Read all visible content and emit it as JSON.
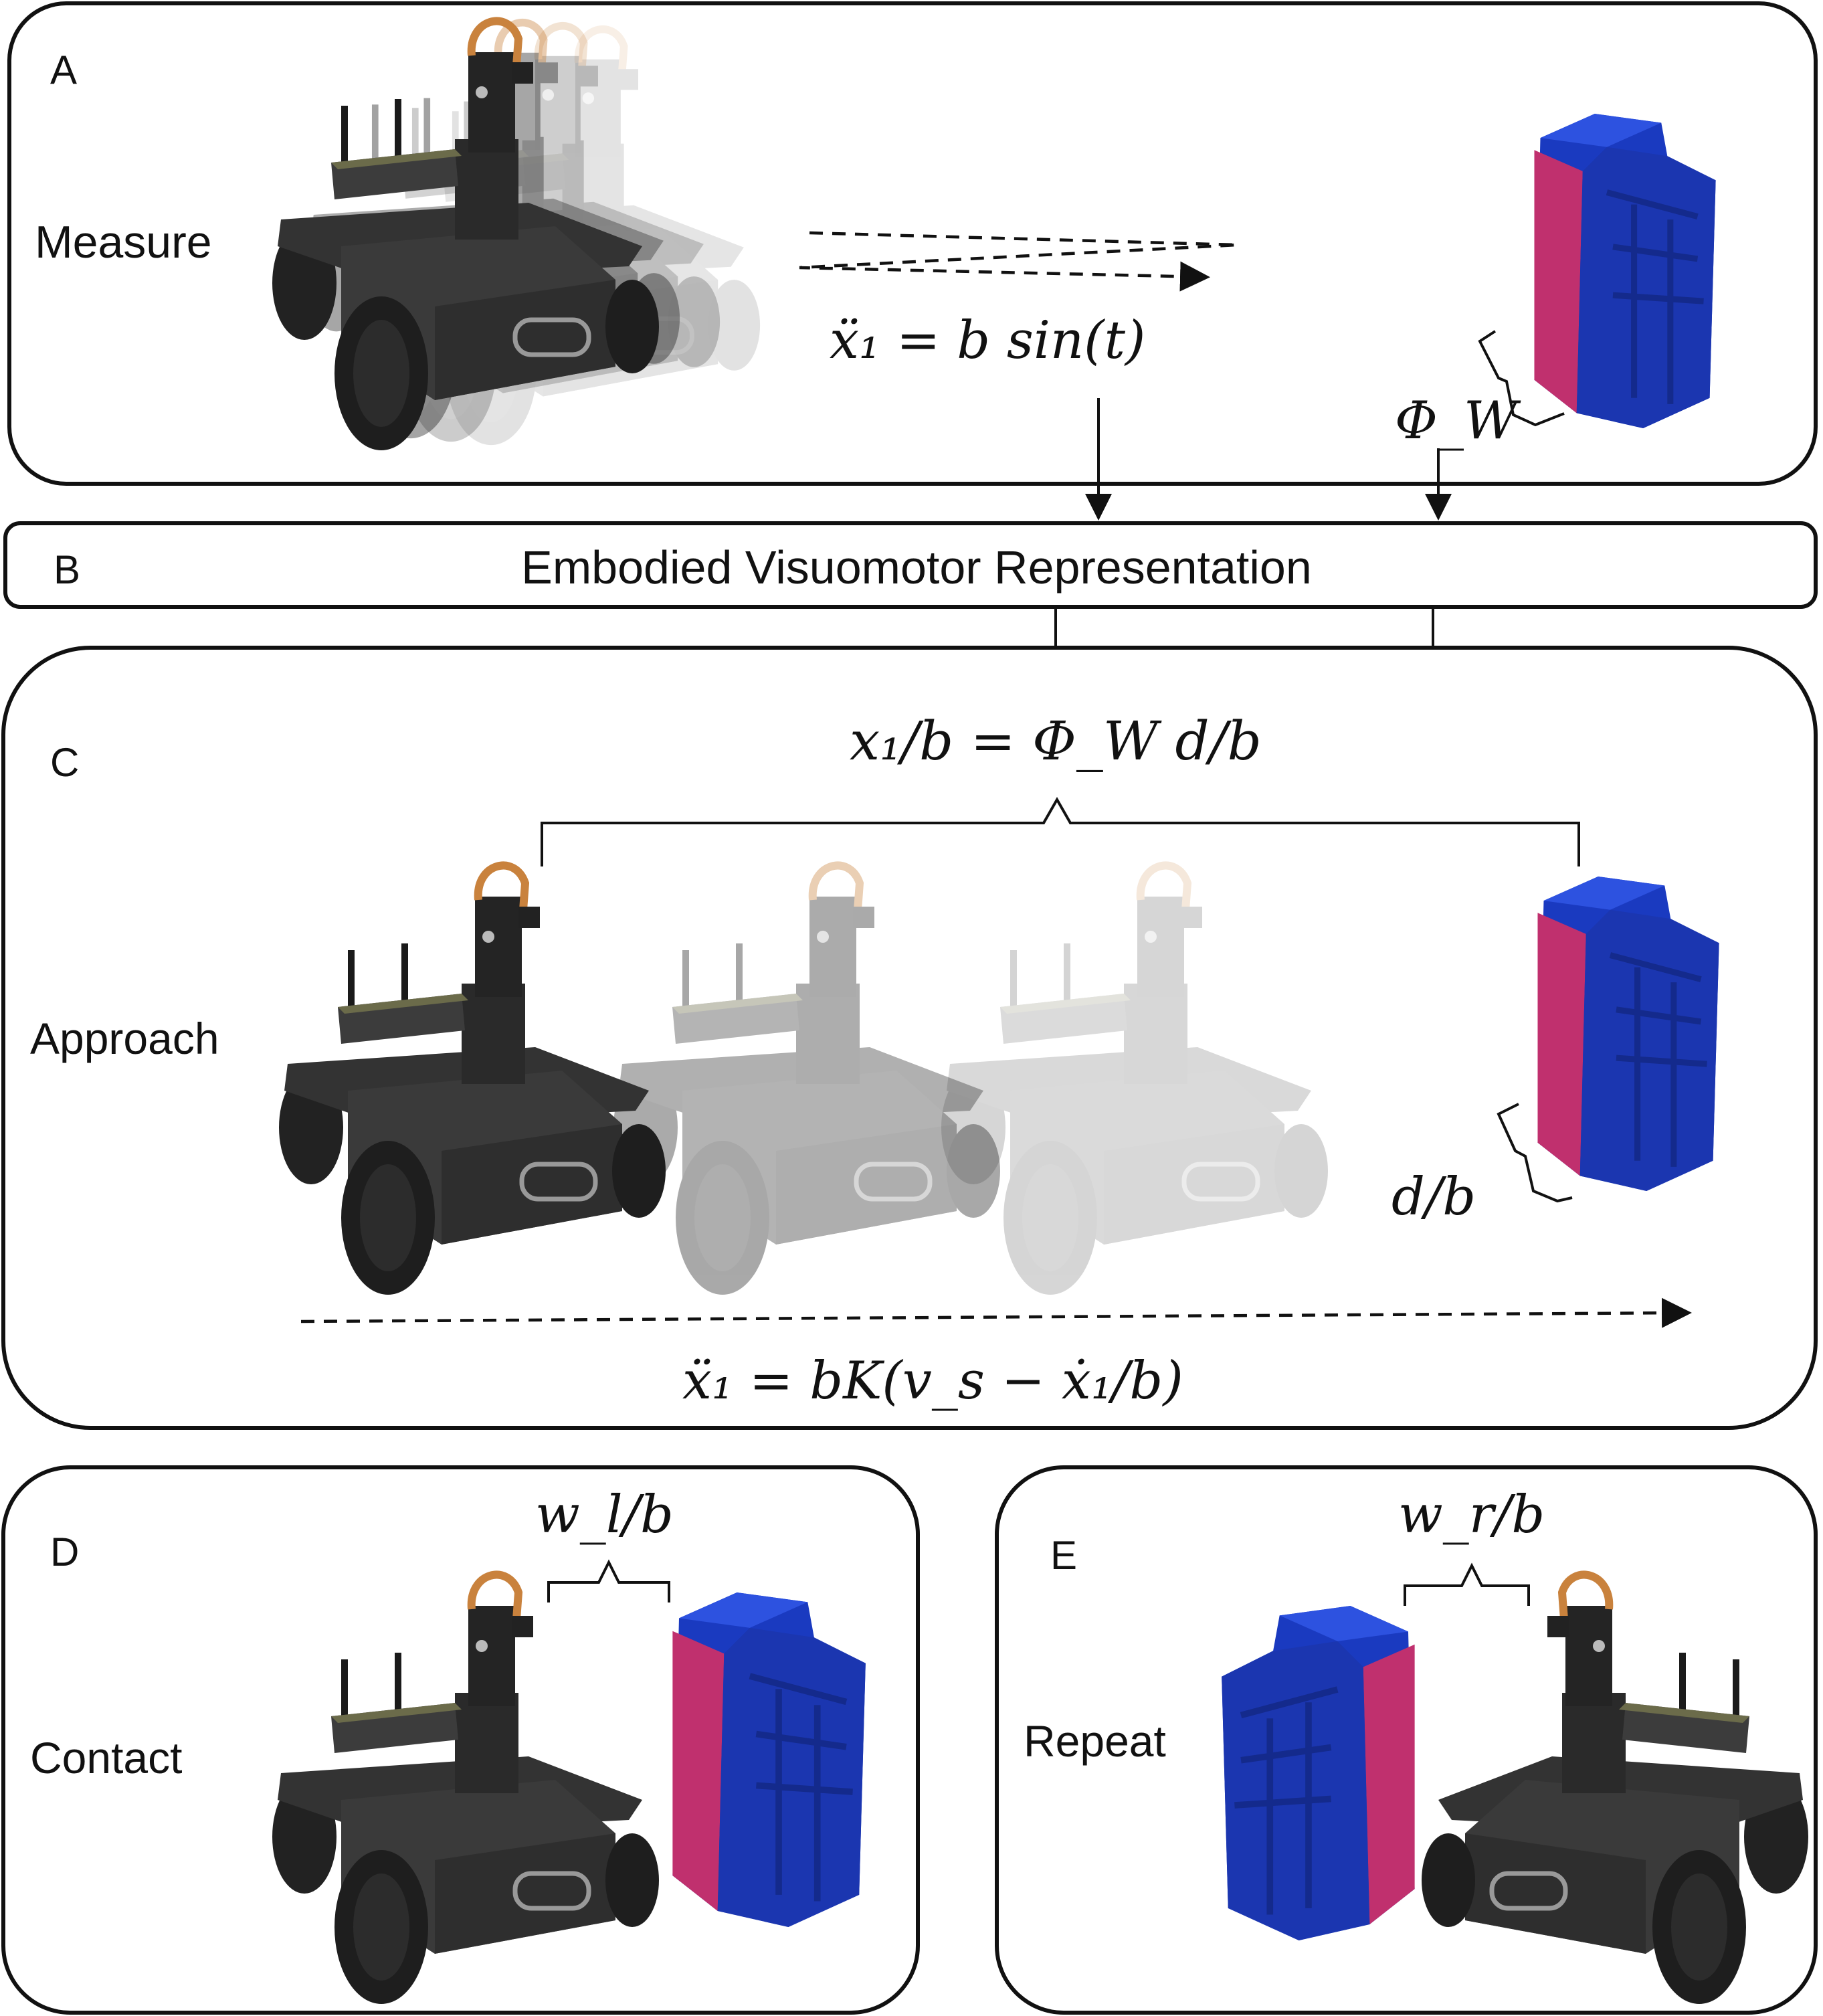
{
  "panels": {
    "a": {
      "letter": "A",
      "label": "Measure"
    },
    "b": {
      "letter": "B",
      "label": "Embodied Visuomotor Representation"
    },
    "c": {
      "letter": "C",
      "label": "Approach"
    },
    "d": {
      "letter": "D",
      "label": "Contact"
    },
    "e": {
      "letter": "E",
      "label": "Repeat"
    }
  },
  "equations": {
    "a_motion": "ẍ₁ = b sin(t)",
    "a_phi": "Φ_W",
    "c_top": "x₁/b = Φ_W d/b",
    "c_dist": "d/b",
    "c_control": "ẍ₁ = bK(v_s − ẋ₁/b)",
    "d_width": "w_l/b",
    "e_width": "w_r/b"
  },
  "colors": {
    "bin_blue": "#1e3fc4",
    "bin_pink": "#c0306e",
    "robot_dark": "#2b2b2b",
    "ink": "#111111"
  }
}
